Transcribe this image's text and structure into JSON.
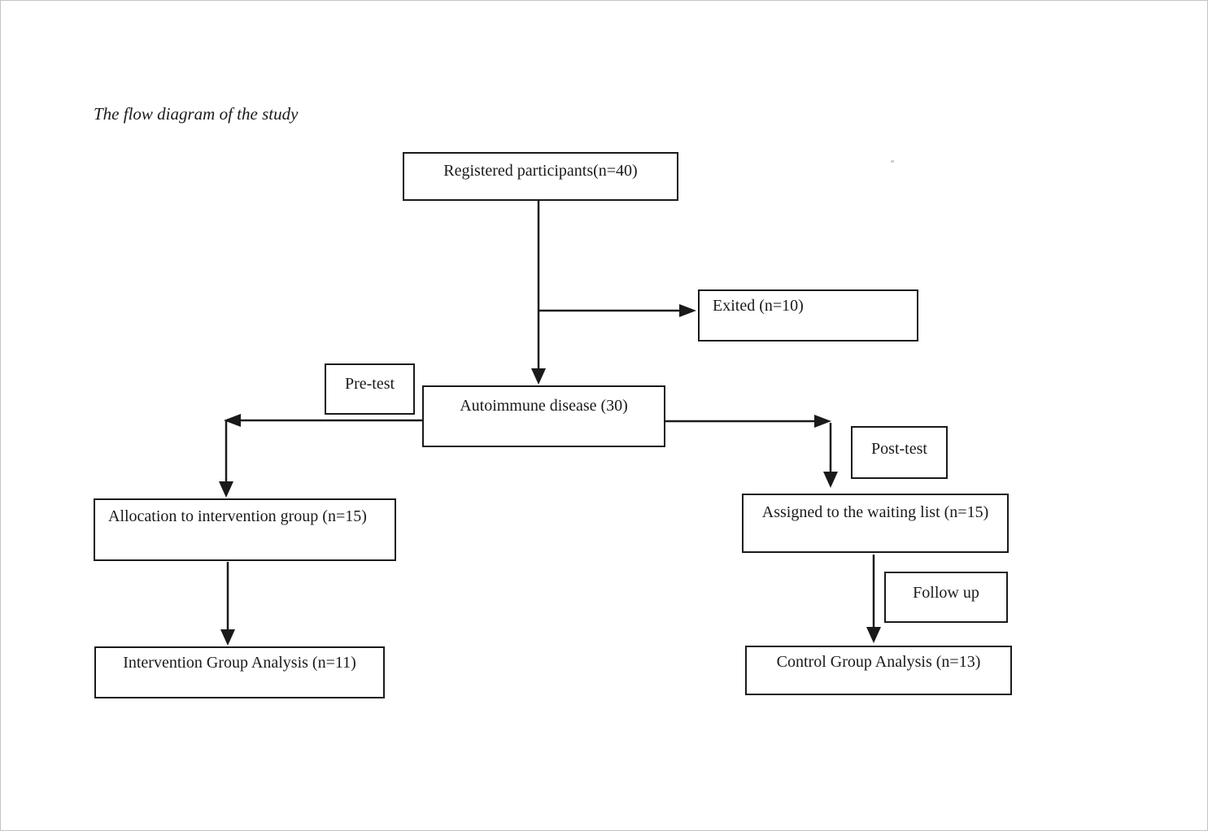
{
  "title": "The flow diagram of the study",
  "nodes": {
    "registered": "Registered participants(n=40)",
    "exited": "Exited (n=10)",
    "pretest": "Pre-test",
    "autoimmune": "Autoimmune disease (30)",
    "posttest": "Post-test",
    "allocation": "Allocation to intervention group (n=15)",
    "waiting_list": "Assigned to the waiting list (n=15)",
    "followup": "Follow up",
    "intervention_analysis": "Intervention Group Analysis (n=11)",
    "control_analysis": "Control Group Analysis (n=13)"
  },
  "edges": [
    {
      "from": "registered",
      "to": "autoimmune"
    },
    {
      "from": "registered",
      "to": "exited"
    },
    {
      "from": "autoimmune",
      "to": "allocation",
      "side_label": "pretest"
    },
    {
      "from": "autoimmune",
      "to": "waiting_list",
      "side_label": "posttest"
    },
    {
      "from": "allocation",
      "to": "intervention_analysis"
    },
    {
      "from": "waiting_list",
      "to": "control_analysis",
      "side_label": "followup"
    }
  ],
  "colors": {
    "line": "#1a1a1a",
    "text": "#1a1a1a",
    "background": "#ffffff",
    "page_border": "#c4c4c4"
  }
}
